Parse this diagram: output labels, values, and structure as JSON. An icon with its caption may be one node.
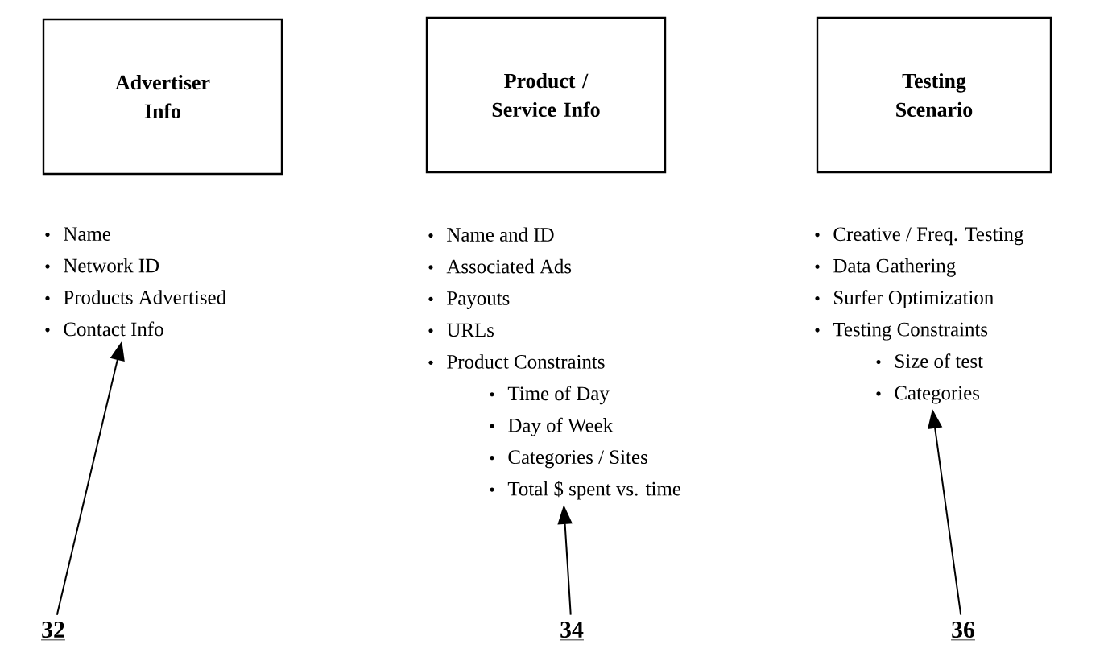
{
  "diagram": {
    "nodes": [
      {
        "text": [
          "Advertiser Info"
        ]
      },
      {
        "text": [
          "Product / Service Info"
        ]
      },
      {
        "text": [
          "Testing Scenario"
        ]
      },
      {
        "text": [
          "Name",
          "Network ID",
          "Products Advertised",
          "Contact Info"
        ]
      },
      {
        "text": [
          "Name and ID",
          "Associated Ads",
          "Payouts",
          "URLs",
          "Product Constraints",
          "Time of Day",
          "Day of Week",
          "Categories / Sites",
          "Total $ spent vs. time"
        ]
      },
      {
        "text": [
          "Creative / Freq. Testing",
          "Data Gathering",
          "Surfer Optimization",
          "Testing Constraints",
          "Size of test",
          "Categories"
        ]
      },
      {
        "text": [
          "32"
        ]
      },
      {
        "text": [
          "34"
        ]
      },
      {
        "text": [
          "36"
        ]
      }
    ],
    "edges": [
      {
        "from": 6,
        "to": 3,
        "arrow": "to"
      },
      {
        "from": 7,
        "to": 4,
        "arrow": "to"
      },
      {
        "from": 8,
        "to": 5,
        "arrow": "to"
      }
    ]
  }
}
